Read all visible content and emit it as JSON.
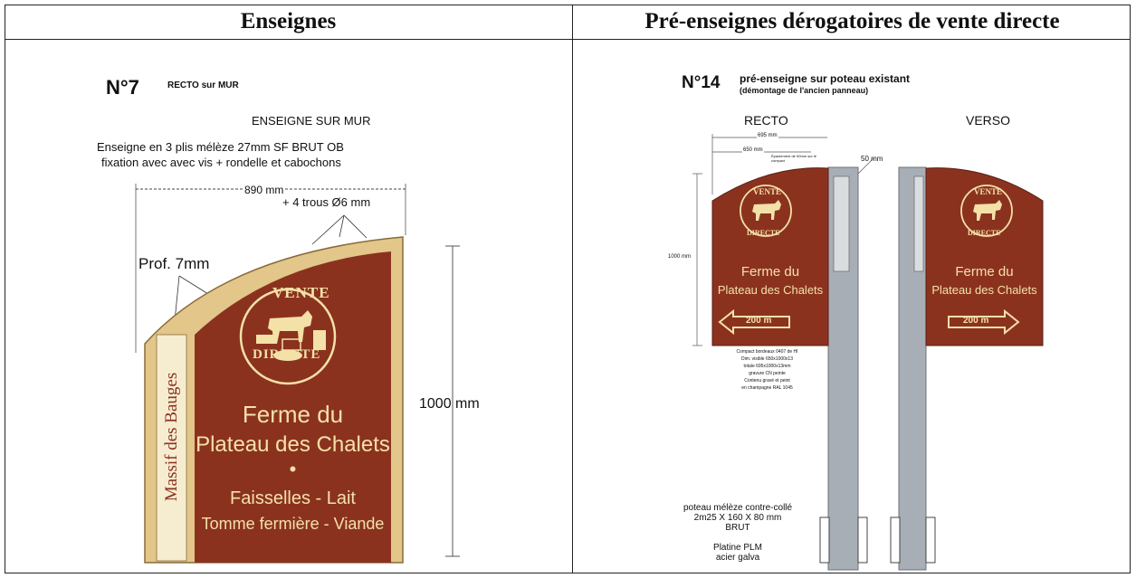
{
  "headers": {
    "left": "Enseignes",
    "right": "Pré-enseignes dérogatoires de vente directe"
  },
  "left": {
    "number": "N°7",
    "recto": "RECTO sur MUR",
    "title": "ENSEIGNE SUR MUR",
    "desc1": "Enseigne   en 3 plis mélèze 27mm SF BRUT OB",
    "desc2": "fixation  avec avec vis + rondelle et cabochons",
    "width": "890 mm",
    "holes": "+ 4 trous Ø6 mm",
    "prof": "Prof. 7mm",
    "height": "1000 mm",
    "vente": "VENTE",
    "directe": "DIRECTE",
    "farm1": "Ferme du",
    "farm2": "Plateau des Chalets",
    "bullet": "•",
    "products1": "Faisselles - Lait",
    "products2": "Tomme fermière - Viande",
    "brand": "Massif des Bauges"
  },
  "right": {
    "number": "N°14",
    "desc1": "pré-enseigne sur poteau existant",
    "desc2": "(démontage de l'ancien panneau)",
    "recto": "RECTO",
    "verso": "VERSO",
    "dim1": "695 mm",
    "dim2": "650 mm",
    "dim_note": "Épaulement de 50mm sur le compact",
    "dim3": "50 mm",
    "height": "1000 mm",
    "farm1": "Ferme du",
    "farm2": "Plateau des Chalets",
    "distance": "200 m",
    "vente": "VENTE",
    "directe": "DIRECTE",
    "note_lines": [
      "Compact bordeaux 0407 de HI",
      "Dim. visible 650x1000x13",
      "totale 695x1000x13mm",
      "gravure CN peinte",
      "Contenu gravé et peint",
      "en champagne RAL 1045"
    ],
    "post1": "poteau mélèze contre-collé",
    "post2": "2m25 X 160 X 80 mm",
    "post3": "BRUT",
    "plate1": "Platine PLM",
    "plate2": "acier galva"
  },
  "colors": {
    "sign": "#8b321f",
    "sign_text": "#f3e1a8",
    "wood": "#e2c68a",
    "post": "#a8aeb5"
  }
}
